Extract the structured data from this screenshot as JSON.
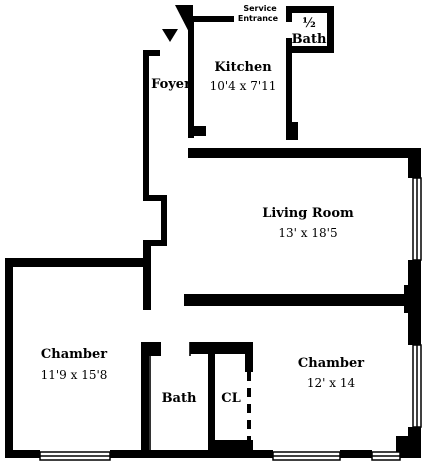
{
  "colors": {
    "wall": "#000000",
    "background": "#ffffff"
  },
  "labels": {
    "service_entrance_line1": "Service",
    "service_entrance_line2": "Entrance",
    "half_bath_fraction": "½",
    "half_bath_name": "Bath",
    "kitchen_name": "Kitchen",
    "kitchen_dims": "10'4 x 7'11",
    "foyer_name": "Foyer",
    "living_room_name": "Living Room",
    "living_room_dims": "13' x 18'5",
    "chamber_left_name": "Chamber",
    "chamber_left_dims": "11'9 x 15'8",
    "chamber_right_name": "Chamber",
    "chamber_right_dims": "12' x 14",
    "bath_name": "Bath",
    "closet_name": "CL"
  }
}
